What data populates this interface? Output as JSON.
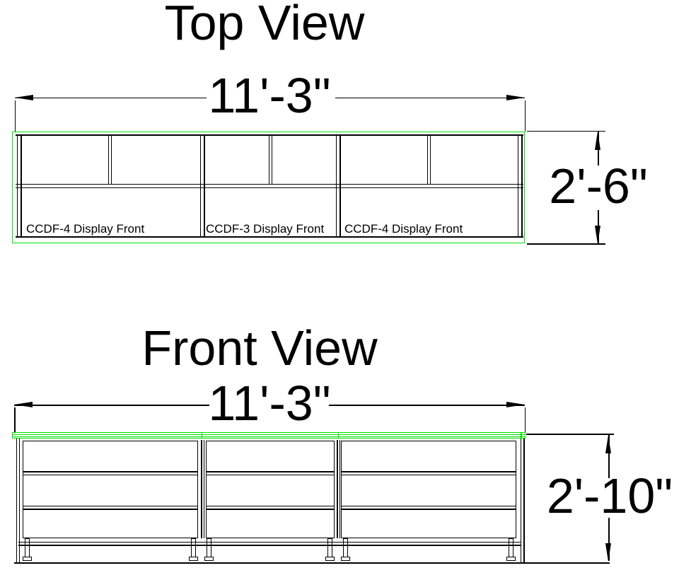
{
  "page": {
    "background": "#FFFFFF",
    "line_color": "#000000",
    "accent_green": "#00E100"
  },
  "top_view": {
    "title": "Top View",
    "width_dimension": "11'-3\"",
    "depth_dimension": "2'-6\"",
    "sections": [
      {
        "label": "CCDF-4 Display Front"
      },
      {
        "label": "CCDF-3 Display Front"
      },
      {
        "label": "CCDF-4 Display Front"
      }
    ]
  },
  "front_view": {
    "title": "Front View",
    "width_dimension": "11'-3\"",
    "height_dimension": "2'-10\""
  }
}
